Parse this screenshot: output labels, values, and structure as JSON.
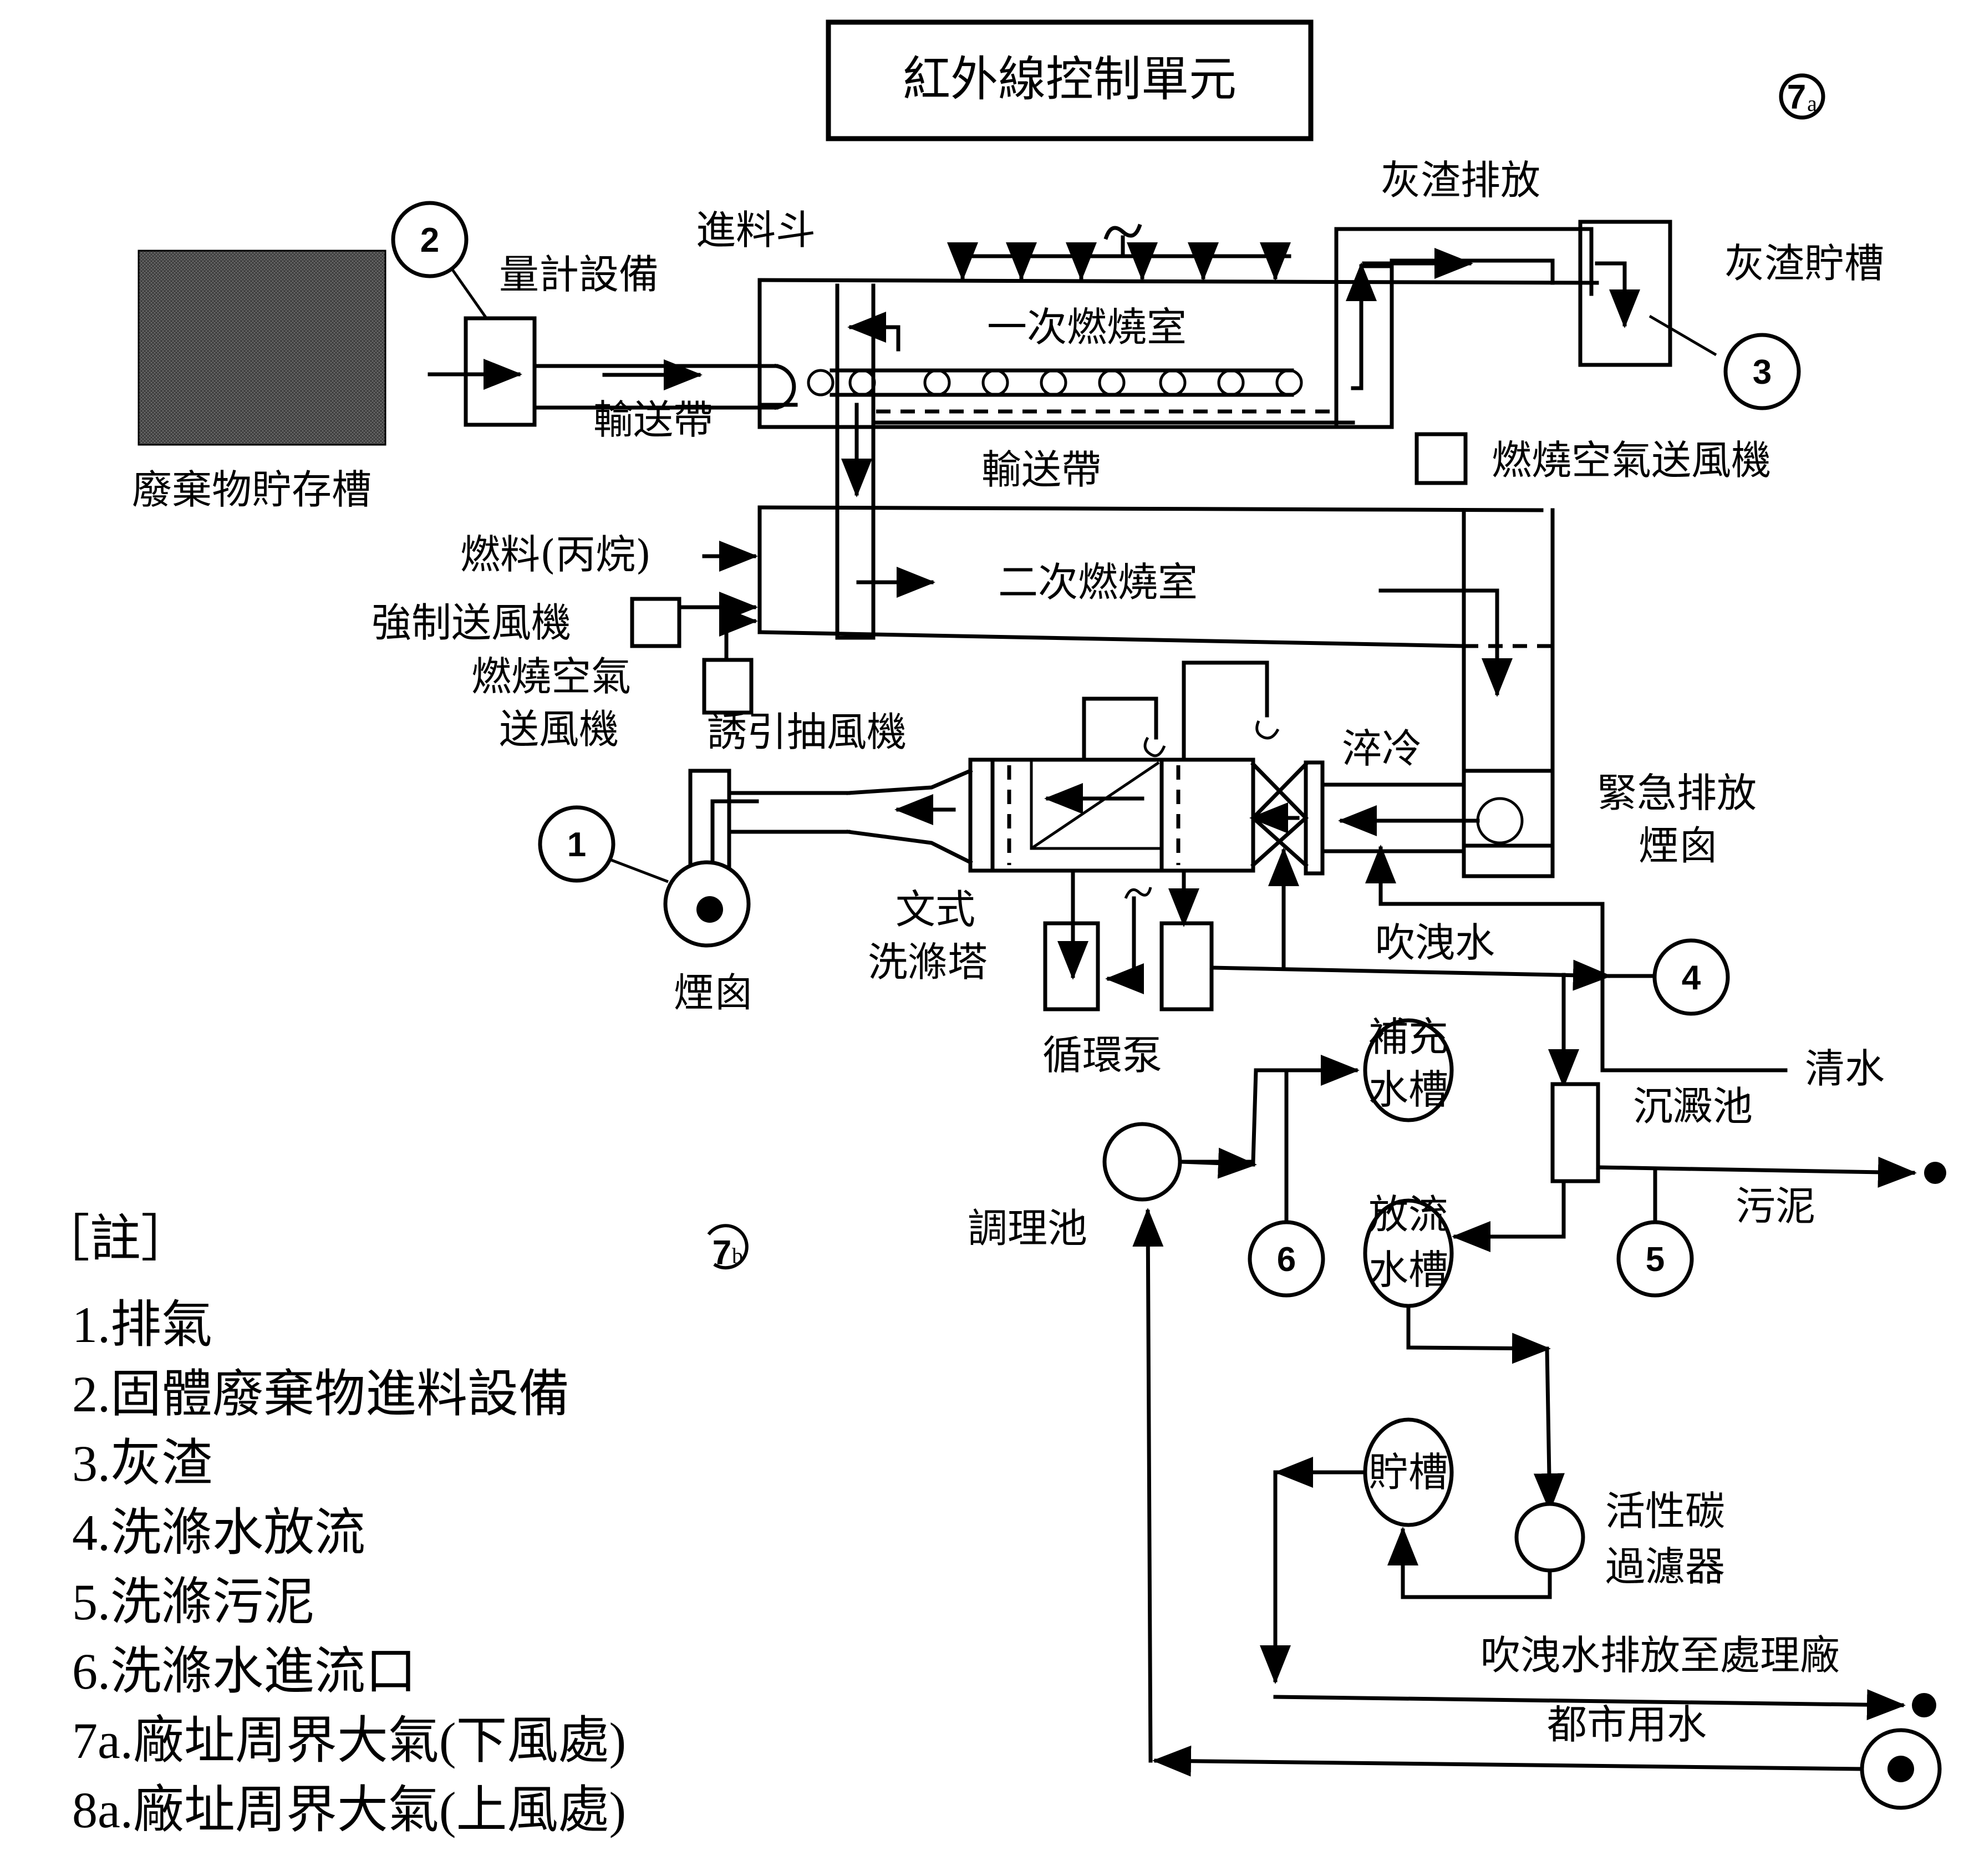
{
  "title": "紅外線控制單元",
  "markers": {
    "m1": "1",
    "m2": "2",
    "m3": "3",
    "m4": "4",
    "m5": "5",
    "m6": "6",
    "m7a_num": "7",
    "m7a_sub": "a",
    "m7b_num": "7",
    "m7b_sub": "b"
  },
  "labels": {
    "waste_storage": "廢棄物貯存槽",
    "metering": "量計設備",
    "hopper": "進料斗",
    "conveyor1": "輸送帶",
    "conveyor2": "輸送帶",
    "primary_chamber": "一次燃燒室",
    "ash_discharge": "灰渣排放",
    "ash_storage": "灰渣貯槽",
    "combustion_fan_top": "燃燒空氣送風機",
    "fuel": "燃料(丙烷)",
    "forced_fan": "強制送風機",
    "combustion_fan_1": "燃燒空氣",
    "combustion_fan_2": "送風機",
    "secondary_chamber": "二次燃燒室",
    "induced_fan": "誘引抽風機",
    "quench": "淬冷",
    "emergency_1": "緊急排放",
    "emergency_2": "煙囪",
    "venturi_1": "文式",
    "venturi_2": "洗滌塔",
    "stack": "煙囪",
    "blowdown": "吹洩水",
    "circ_pump": "循環泵",
    "makeup_1": "補充",
    "makeup_2": "水槽",
    "clean_water": "清水",
    "settling": "沉澱池",
    "sludge": "污泥",
    "conditioning": "調理池",
    "discharge_1": "放流",
    "discharge_2": "水槽",
    "storage_tank": "貯槽",
    "carbon_1": "活性碳",
    "carbon_2": "過濾器",
    "blowdown_plant": "吹洩水排放至處理廠",
    "city_water": "都市用水"
  },
  "notes": {
    "header": "［註］",
    "items": [
      "1.排氣",
      "2.固體廢棄物進料設備",
      "3.灰渣",
      "4.洗滌水放流",
      "5.洗滌污泥",
      "6.洗滌水進流口",
      "7a.廠址周界大氣(下風處)",
      "8a.廠址周界大氣(上風處)"
    ]
  }
}
